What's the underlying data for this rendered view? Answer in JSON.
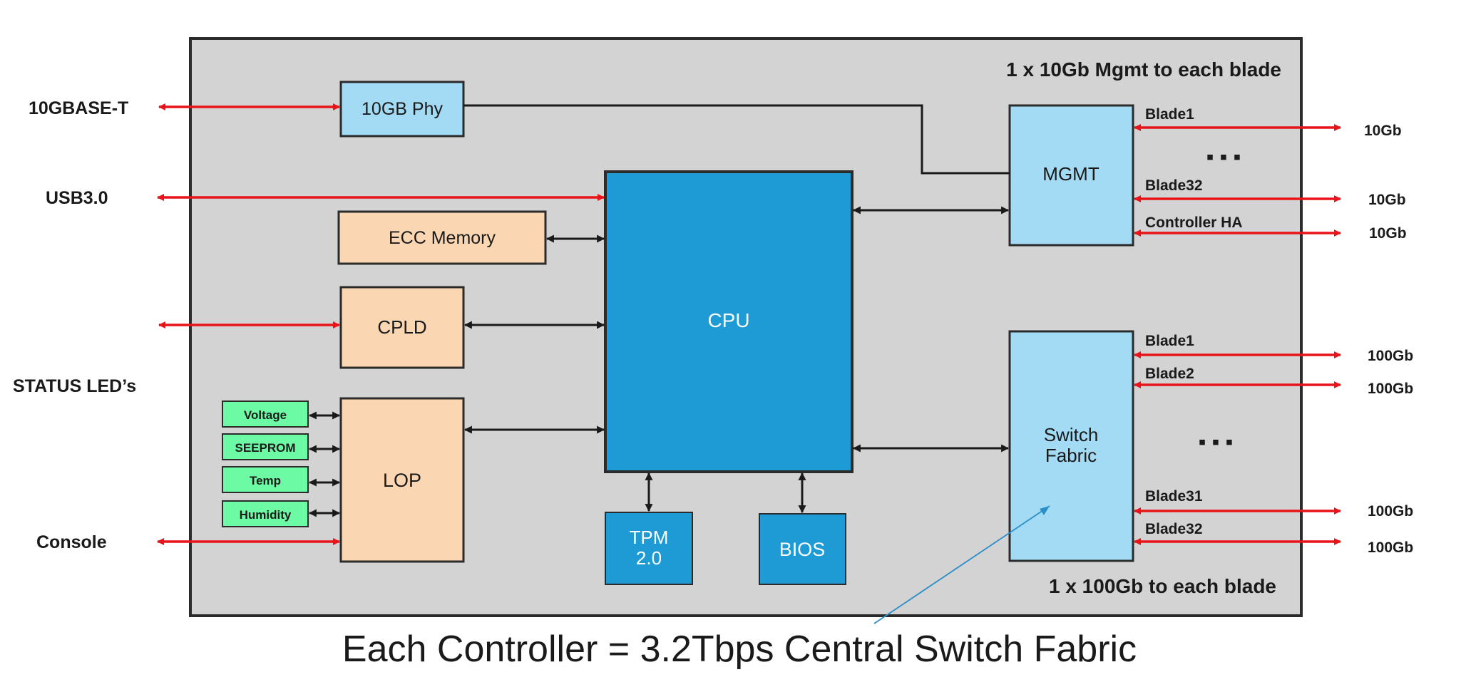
{
  "colors": {
    "board": "#d3d3d3",
    "board_border": "#2b2b2b",
    "light_blue": "#a3daf4",
    "cpu_blue": "#1e9ad4",
    "peach": "#fad7b2",
    "sensor_green": "#6dfaa4",
    "red_arrow": "#e8141a",
    "black_arrow": "#1a1a1a",
    "pointer_line": "#2a8fc8"
  },
  "board": {
    "mgmt_note": "1 x 10Gb Mgmt to each blade",
    "fabric_note": "1 x 100Gb to each blade"
  },
  "caption": "Each Controller = 3.2Tbps Central Switch Fabric",
  "external": {
    "ten_gbase_t": "10GBASE-T",
    "usb": "USB3.0",
    "status_leds": "STATUS LED’s",
    "console": "Console"
  },
  "blocks": {
    "phy": "10GB Phy",
    "ecc": "ECC Memory",
    "cpld": "CPLD",
    "lop": "LOP",
    "cpu": "CPU",
    "tpm_line1": "TPM",
    "tpm_line2": "2.0",
    "bios": "BIOS",
    "mgmt": "MGMT",
    "switch_line1": "Switch",
    "switch_line2": "Fabric"
  },
  "sensors": {
    "voltage": "Voltage",
    "seeprom": "SEEPROM",
    "temp": "Temp",
    "humidity": "Humidity"
  },
  "mgmt_links": [
    {
      "label": "Blade1",
      "speed": "10Gb"
    },
    {
      "label": "Blade32",
      "speed": "10Gb"
    },
    {
      "label": "Controller HA",
      "speed": "10Gb"
    }
  ],
  "mgmt_ellipsis": "▪ ▪ ▪",
  "fabric_links": [
    {
      "label": "Blade1",
      "speed": "100Gb"
    },
    {
      "label": "Blade2",
      "speed": "100Gb"
    },
    {
      "label": "Blade31",
      "speed": "100Gb"
    },
    {
      "label": "Blade32",
      "speed": "100Gb"
    }
  ],
  "fabric_ellipsis": "▪ ▪ ▪"
}
